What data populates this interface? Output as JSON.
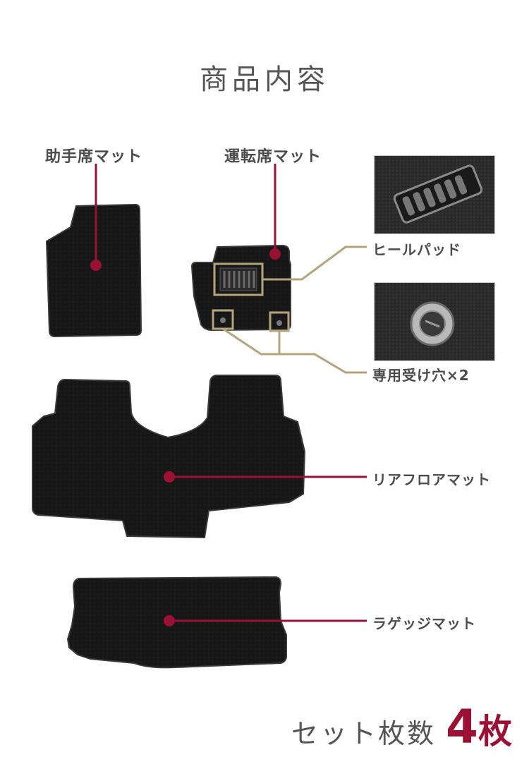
{
  "title": "商品内容",
  "labels": {
    "passenger_mat": "助手席マット",
    "driver_mat": "運転席マット",
    "heel_pad": "ヒールパッド",
    "receiver_holes": "専用受け穴×2",
    "rear_floor_mat": "リアフロアマット",
    "luggage_mat": "ラゲッジマット"
  },
  "footer": {
    "set_text": "セット枚数",
    "count": "4",
    "unit": "枚"
  },
  "colors": {
    "accent": "#9b1136",
    "callout": "#b4a47c",
    "mat": "#1a1a1a"
  }
}
